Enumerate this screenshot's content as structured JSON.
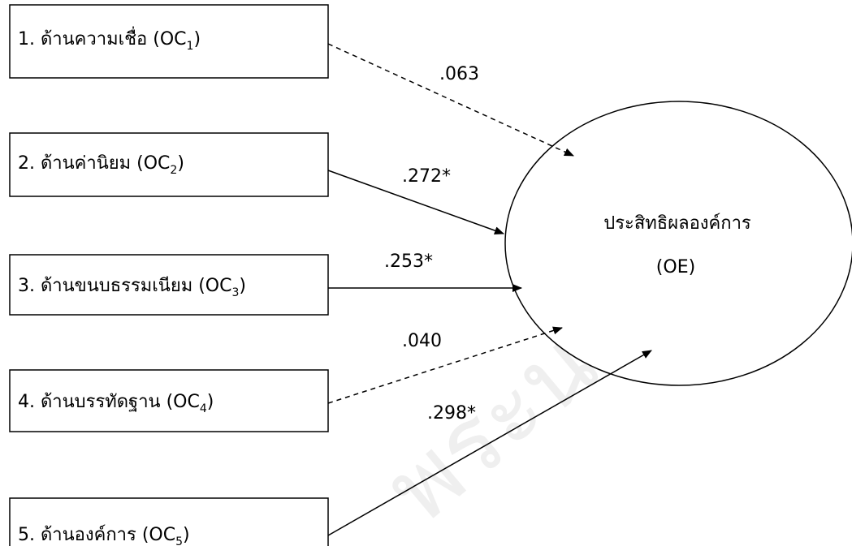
{
  "predictors": [
    {
      "id": "OC1",
      "prefix": "1. ด้านความเชื่อ (OC",
      "sub": "1",
      "suffix": ")",
      "coefficient": ".063",
      "significant": false
    },
    {
      "id": "OC2",
      "prefix": "2. ด้านค่านิยม (OC",
      "sub": "2",
      "suffix": ")",
      "coefficient": ".272*",
      "significant": true
    },
    {
      "id": "OC3",
      "prefix": "3. ด้านขนบธรรมเนียม (OC",
      "sub": "3",
      "suffix": ")",
      "coefficient": ".253*",
      "significant": true
    },
    {
      "id": "OC4",
      "prefix": "4. ด้านบรรทัดฐาน (OC",
      "sub": "4",
      "suffix": ")",
      "coefficient": ".040",
      "significant": false
    },
    {
      "id": "OC5",
      "prefix": "5. ด้านองค์การ (OC",
      "sub": "5",
      "suffix": ")",
      "coefficient": ".298*",
      "significant": true
    }
  ],
  "target": {
    "line1": "ประสิทธิผลองค์การ",
    "line2": "(OE)"
  },
  "watermark": "พระนคร",
  "colors": {
    "line": "#000000",
    "background": "#ffffff"
  }
}
